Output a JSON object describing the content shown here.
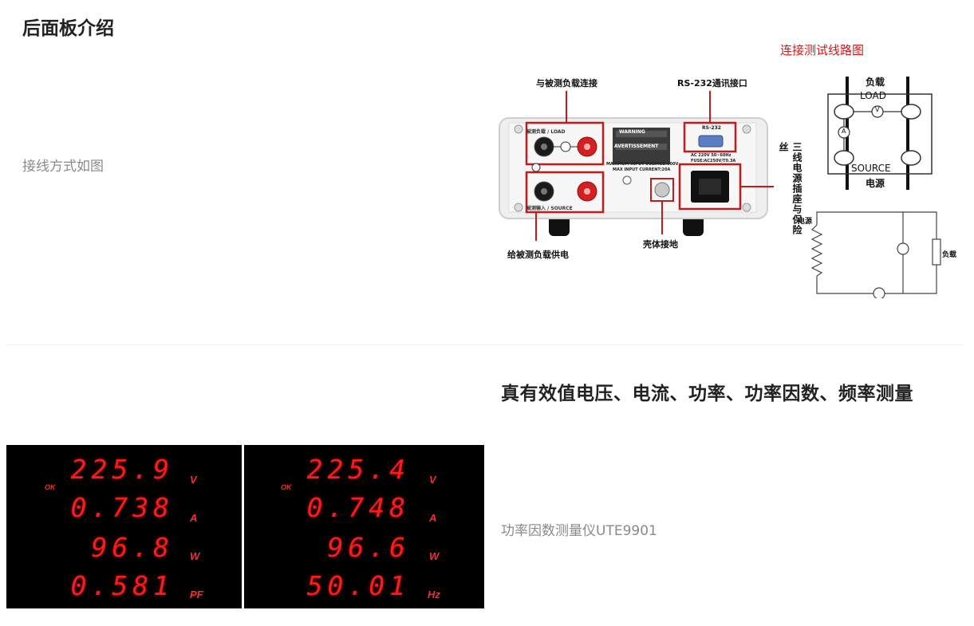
{
  "rear_section": {
    "title": "后面板介绍",
    "description": "接线方式如图",
    "wiring_title": "连接测试线路图",
    "callouts": {
      "load_connect": "与被测负载连接",
      "rs232": "RS-232通讯接口",
      "power_supply": "给被测负载供电",
      "ground": "壳体接地",
      "power_fuse": "三线电源插座与保险丝"
    },
    "panel_labels": {
      "load_box": "被测负载 / LOAD",
      "source_box": "被测输入 / SOURCE",
      "rs232_label": "RS-232",
      "warning": "WARNING",
      "avertissement": "AVERTISSEMENT",
      "max_voltage": "MAXIMUM INPUT VOLTAGE:600V",
      "max_current": "MAX INPUT CURRENT:20A",
      "ac_rating": "AC 220V 50~60Hz",
      "fuse": "FUSE:AC250V/T0.3A"
    },
    "diagram": {
      "load_cn": "负载",
      "load_en": "LOAD",
      "source_en": "SOURCE",
      "source_cn": "电源",
      "v_symbol": "V",
      "a_symbol": "A",
      "circuit_source": "电源",
      "circuit_load": "负载"
    }
  },
  "feature_section": {
    "title": "真有效值电压、电流、功率、功率因数、频率测量",
    "description": "功率因数测量仪UTE9901"
  },
  "displays": [
    {
      "status": "OK",
      "rows": [
        {
          "value": "225.9",
          "unit": "V"
        },
        {
          "value": "0.738",
          "unit": "A"
        },
        {
          "value": "96.8",
          "unit": "W"
        },
        {
          "value": "0.581",
          "unit": "PF"
        }
      ]
    },
    {
      "status": "OK",
      "rows": [
        {
          "value": "225.4",
          "unit": "V"
        },
        {
          "value": "0.748",
          "unit": "A"
        },
        {
          "value": "96.6",
          "unit": "W"
        },
        {
          "value": "50.01",
          "unit": "Hz"
        }
      ]
    }
  ],
  "colors": {
    "accent_red": "#cc1a1a",
    "display_red": "#ff1a1a",
    "panel_black": "#000000"
  }
}
